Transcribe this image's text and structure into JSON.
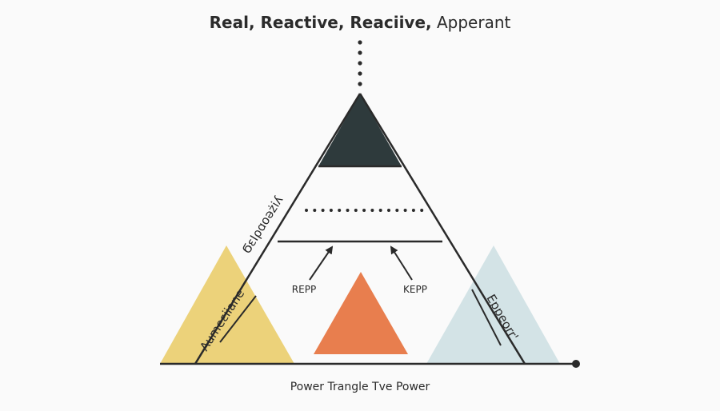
{
  "title": {
    "part1": "Real, Reactive, Reaciive,",
    "part2": "Apperant"
  },
  "labels": {
    "left_diagonal": "ϬɛIρɑoəżiʎ",
    "yellow_triangle": "Aumeɛiiane",
    "blue_triangle": "Eppeorr'",
    "arrow_left": "REPP",
    "arrow_right": "KEPP",
    "caption": "Power Trangle Tve Power"
  },
  "colors": {
    "dark": "#2e3a3c",
    "line": "#2a2a2a",
    "yellow": "#ecd27a",
    "orange": "#e87e4e",
    "lightblue": "#d3e3e6"
  }
}
